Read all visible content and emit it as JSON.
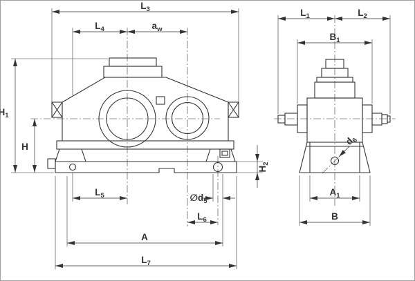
{
  "figure": {
    "type": "engineering-dimension-drawing",
    "subject": "gear-reducer-housing",
    "views": [
      "front-view",
      "side-view"
    ]
  },
  "colors": {
    "line": "#333333",
    "background": "#ffffff",
    "frame": "#a0a0a0"
  },
  "dims": {
    "L3": {
      "main": "L",
      "sub": "3"
    },
    "L4": {
      "main": "L",
      "sub": "4"
    },
    "aw": {
      "main": "a",
      "sub": "w"
    },
    "L1": {
      "main": "L",
      "sub": "1"
    },
    "L2": {
      "main": "L",
      "sub": "2"
    },
    "B1": {
      "main": "B",
      "sub": "1"
    },
    "H1": {
      "main": "H",
      "sub": "1"
    },
    "H": {
      "main": "H",
      "sub": ""
    },
    "L5": {
      "main": "L",
      "sub": "5"
    },
    "d5": {
      "main": "∅d",
      "sub": "5"
    },
    "L6": {
      "main": "L",
      "sub": "6"
    },
    "H2": {
      "main": "H",
      "sub": "2"
    },
    "A": {
      "main": "A",
      "sub": ""
    },
    "L7": {
      "main": "L",
      "sub": "7"
    },
    "A1": {
      "main": "A",
      "sub": "1"
    },
    "B": {
      "main": "B",
      "sub": ""
    },
    "d6": {
      "main": "d",
      "sub": "6"
    }
  }
}
